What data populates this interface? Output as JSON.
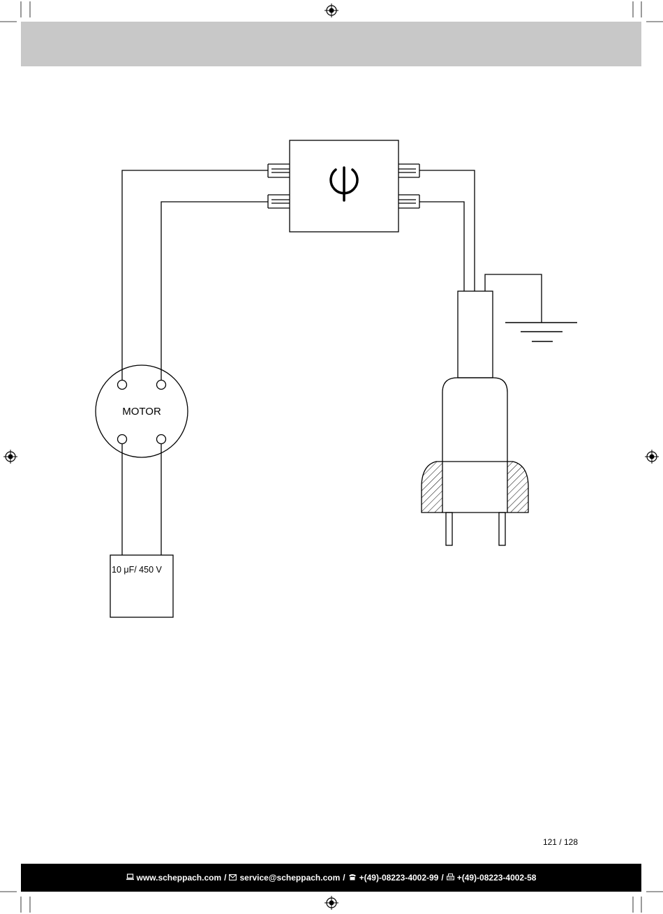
{
  "diagram": {
    "motor_label": "MOTOR",
    "capacitor_label": "10 μF/ 450  V"
  },
  "page_number": "121 / 128",
  "footer": {
    "website": "www.scheppach.com",
    "email": "service@scheppach.com",
    "phone": "+(49)-08223-4002-99",
    "fax": "+(49)-08223-4002-58",
    "separator": "/"
  },
  "icons": {
    "power": "power-icon",
    "ground": "ground-symbol-icon",
    "registration": "registration-mark-icon",
    "computer": "computer-icon",
    "mail": "mail-icon",
    "phone": "phone-icon",
    "fax": "fax-icon"
  }
}
